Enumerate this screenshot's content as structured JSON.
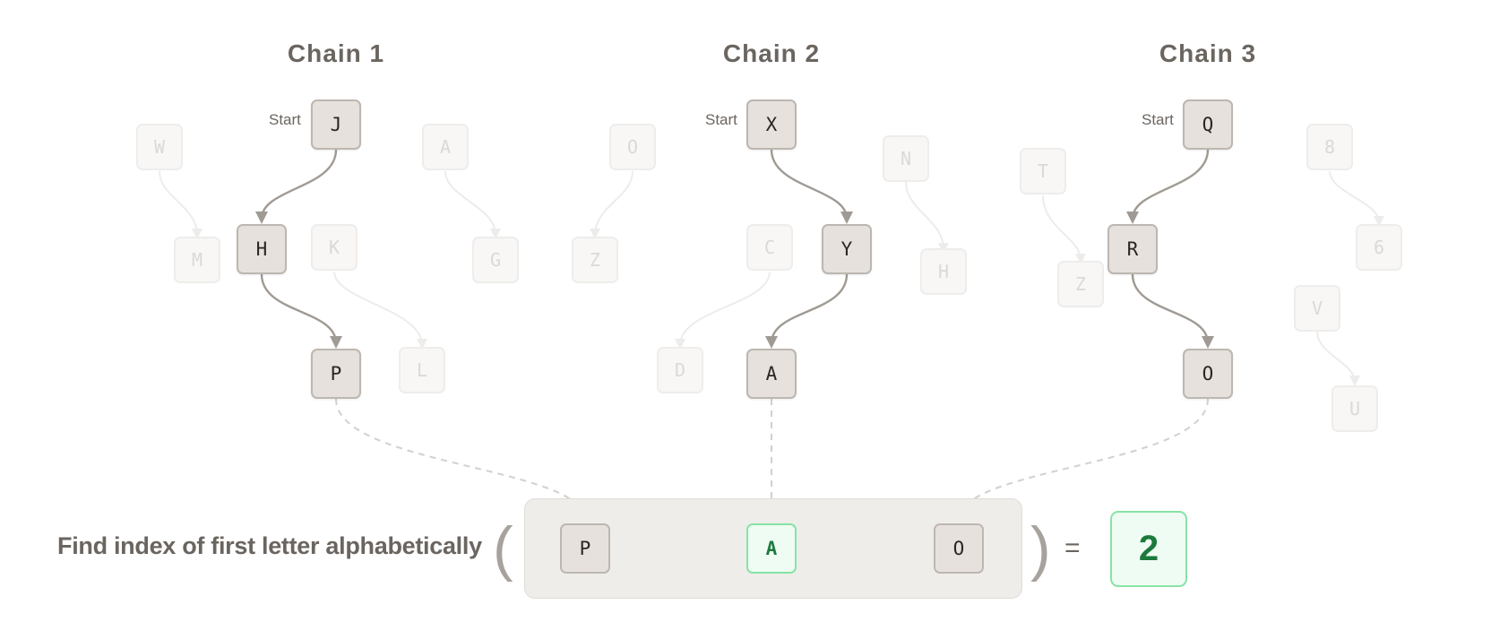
{
  "chains": [
    {
      "title": "Chain 1",
      "start_label": "Start",
      "path": [
        "J",
        "H",
        "P"
      ]
    },
    {
      "title": "Chain 2",
      "start_label": "Start",
      "path": [
        "X",
        "Y",
        "A"
      ]
    },
    {
      "title": "Chain 3",
      "start_label": "Start",
      "path": [
        "Q",
        "R",
        "O"
      ]
    }
  ],
  "distractors": [
    "W",
    "M",
    "K",
    "L",
    "A",
    "G",
    "O",
    "Z",
    "C",
    "D",
    "N",
    "H",
    "T",
    "Z",
    "8",
    "6",
    "V",
    "U"
  ],
  "question": "Find index of first letter alphabetically",
  "open_paren": "(",
  "close_paren": ")",
  "equals": "=",
  "answer_slots": [
    "P",
    "A",
    "O"
  ],
  "highlighted_slot": 1,
  "result": "2",
  "colors": {
    "edge": "#a09a94",
    "dashed": "#d4d0cc",
    "ghost_edge": "#eeecea",
    "highlight_border": "#86e3a6",
    "highlight_fill": "#effcf3",
    "highlight_text": "#1b7a3c"
  }
}
